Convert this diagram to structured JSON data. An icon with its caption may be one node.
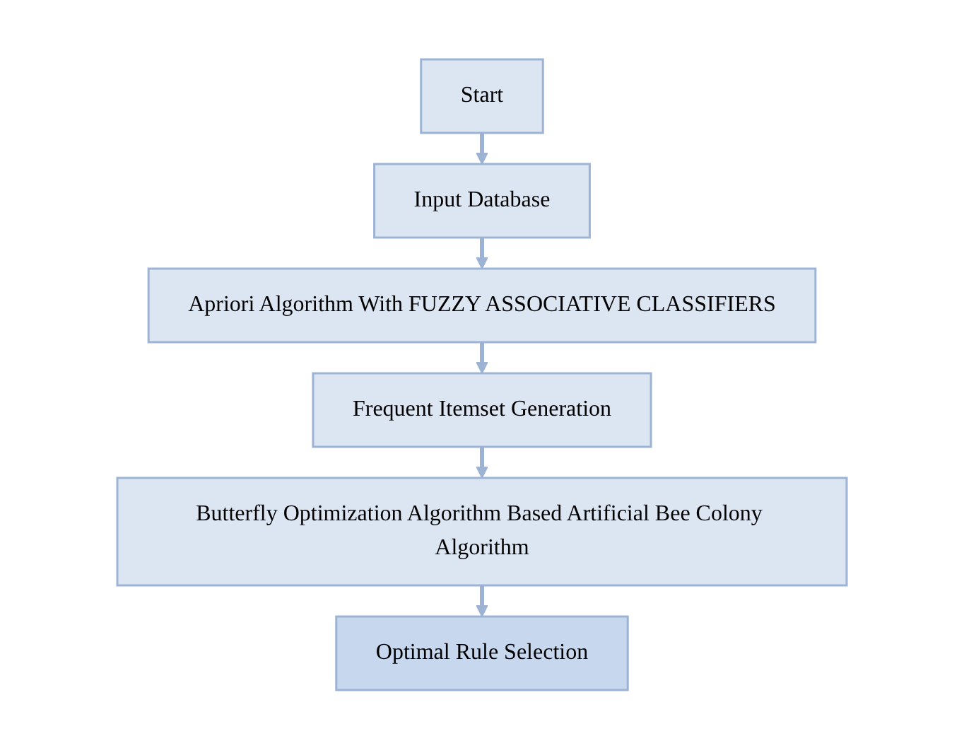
{
  "diagram": {
    "nodes": [
      {
        "text": [
          "Start"
        ]
      },
      {
        "text": [
          "Input Database"
        ]
      },
      {
        "text": [
          "Apriori Algorithm With FUZZY ASSOCIATIVE CLASSIFIERS"
        ]
      },
      {
        "text": [
          "Frequent Itemset Generation"
        ]
      },
      {
        "text": [
          "Butterfly Optimization Algorithm Based Artificial Bee Colony Algorithm"
        ]
      },
      {
        "text": [
          "Optimal Rule Selection"
        ]
      }
    ],
    "edges": [
      {
        "from": 0,
        "to": 1,
        "arrow": "to"
      },
      {
        "from": 1,
        "to": 2,
        "arrow": "to"
      },
      {
        "from": 2,
        "to": 3,
        "arrow": "to"
      },
      {
        "from": 3,
        "to": 4,
        "arrow": "to"
      },
      {
        "from": 4,
        "to": 5,
        "arrow": "to"
      }
    ]
  }
}
